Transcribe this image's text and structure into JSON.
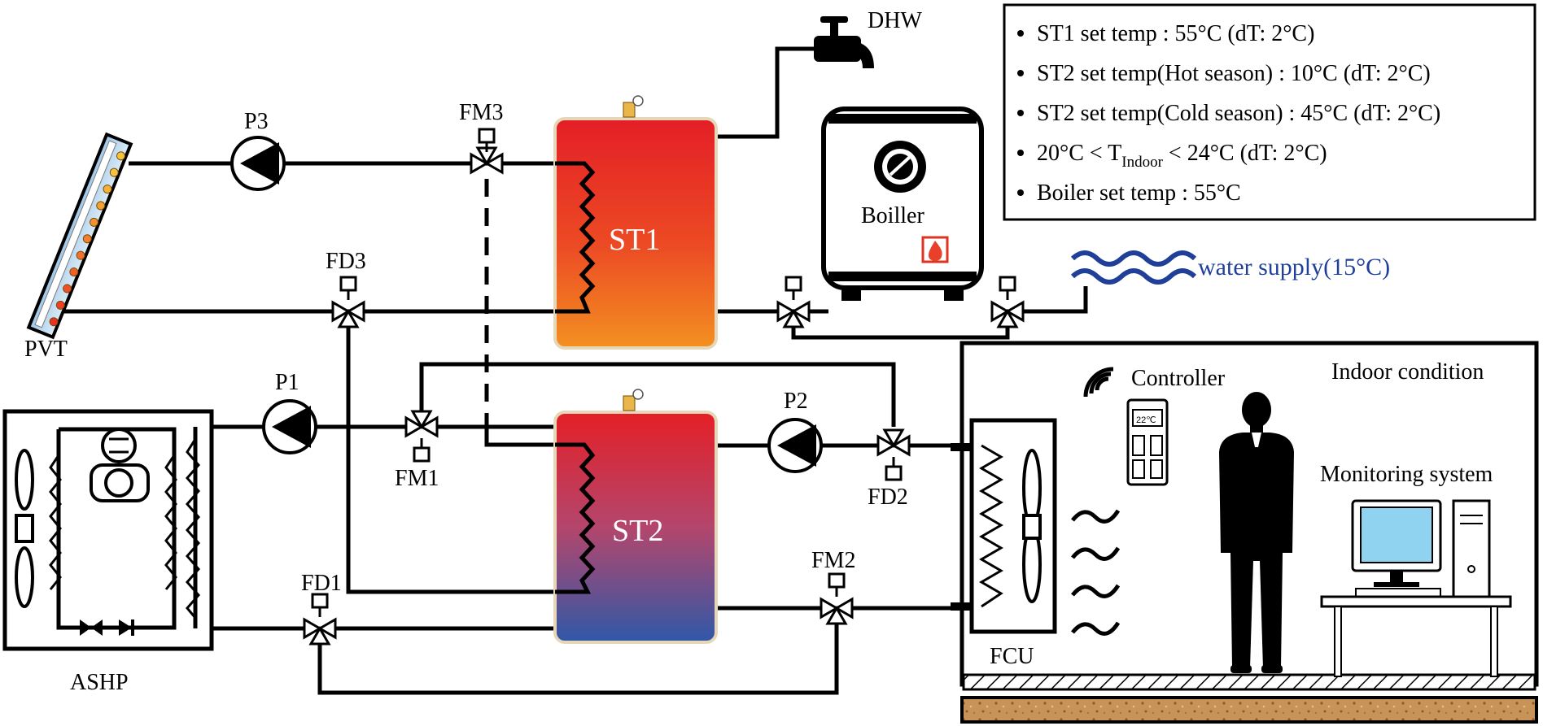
{
  "labels": {
    "pvt": "PVT",
    "p3": "P3",
    "fm3": "FM3",
    "fd3": "FD3",
    "dhw": "DHW",
    "st1": "ST1",
    "st2": "ST2",
    "boiler": "Boiller",
    "water_supply": "water supply(15°C)",
    "p1": "P1",
    "fm1": "FM1",
    "p2": "P2",
    "fd2": "FD2",
    "fm2": "FM2",
    "fd1": "FD1",
    "ashp": "ASHP",
    "fcu": "FCU",
    "controller": "Controller",
    "controller_display": "22℃",
    "indoor_condition": "Indoor condition",
    "monitoring_system": "Monitoring system"
  },
  "info_box": {
    "line1": "ST1 set temp : 55°C (dT: 2°C)",
    "line2": "ST2 set temp(Hot season) : 10°C (dT: 2°C)",
    "line3": "ST2 set temp(Cold season) : 45°C (dT: 2°C)",
    "line4_pre": "20°C < T",
    "line4_sub": "Indoor",
    "line4_post": " < 24°C (dT: 2°C)",
    "line5": "Boiler set temp : 55°C"
  },
  "colors": {
    "tank_st1_top": "#e41f26",
    "tank_st1_bottom": "#f39021",
    "tank_st2_top": "#e41f26",
    "tank_st2_bottom": "#2f58a8",
    "water_supply": "#1f3f99",
    "monitor_screen": "#8fd3f0",
    "floor": "#c89358"
  }
}
